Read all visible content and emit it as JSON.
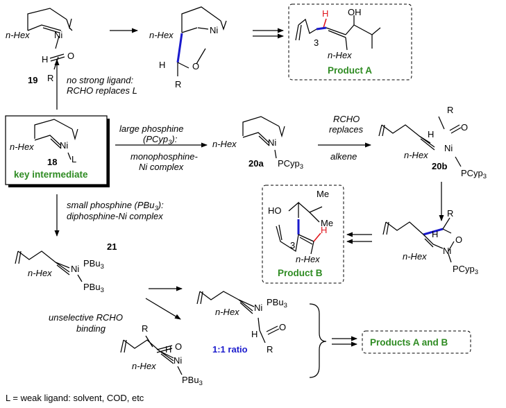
{
  "labels": {
    "n_hex": "n-Hex",
    "ni": "Ni",
    "l": "L",
    "h": "H",
    "o": "O",
    "oh": "OH",
    "ho": "HO",
    "r": "R",
    "me": "Me",
    "pcyp3": "PCyp",
    "pbu3": "PBu",
    "sub3": "3"
  },
  "compounds": {
    "c18": "18",
    "c19": "19",
    "c20a": "20a",
    "c20b": "20b",
    "c21": "21"
  },
  "key_intermediate": "key intermediate",
  "products": {
    "a": "Product A",
    "b": "Product B",
    "ab": "Products A and B"
  },
  "conditions": {
    "no_ligand_1": "no strong ligand:",
    "no_ligand_2": "RCHO replaces L",
    "large_1": "large phosphine",
    "large_2": "(PCyp",
    "large_2b": "):",
    "mono_1": "monophosphine-",
    "mono_2": "Ni complex",
    "rcho_1": "RCHO",
    "rcho_2": "replaces",
    "rcho_3": "alkene",
    "small_1": "small phosphine (PBu",
    "small_1b": "):",
    "small_2": "diphosphine-Ni complex",
    "unsel_1": "unselective RCHO",
    "unsel_2": "binding"
  },
  "ratio": "1:1 ratio",
  "footnote": "L = weak ligand: solvent, COD, etc"
}
